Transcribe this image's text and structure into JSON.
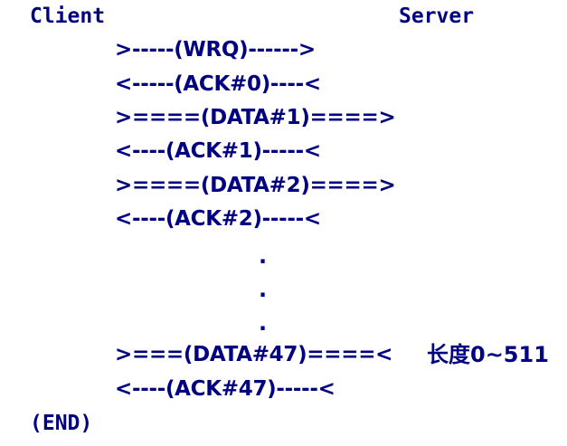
{
  "header": {
    "client": "Client",
    "server": "Server"
  },
  "messages": [
    {
      "text": ">-----(WRQ)------>"
    },
    {
      "text": "<-----(ACK#0)----<"
    },
    {
      "text": ">====(DATA#1)====>"
    },
    {
      "text": "<----(ACK#1)-----<"
    },
    {
      "text": ">====(DATA#2)====>"
    },
    {
      "text": "<----(ACK#2)-----<"
    },
    {
      "text": ">===(DATA#47)====<"
    },
    {
      "text": "<----(ACK#47)-----<"
    }
  ],
  "ellipsis": [
    ".",
    ".",
    "."
  ],
  "annotation": "长度0~511",
  "footer": "(END)"
}
